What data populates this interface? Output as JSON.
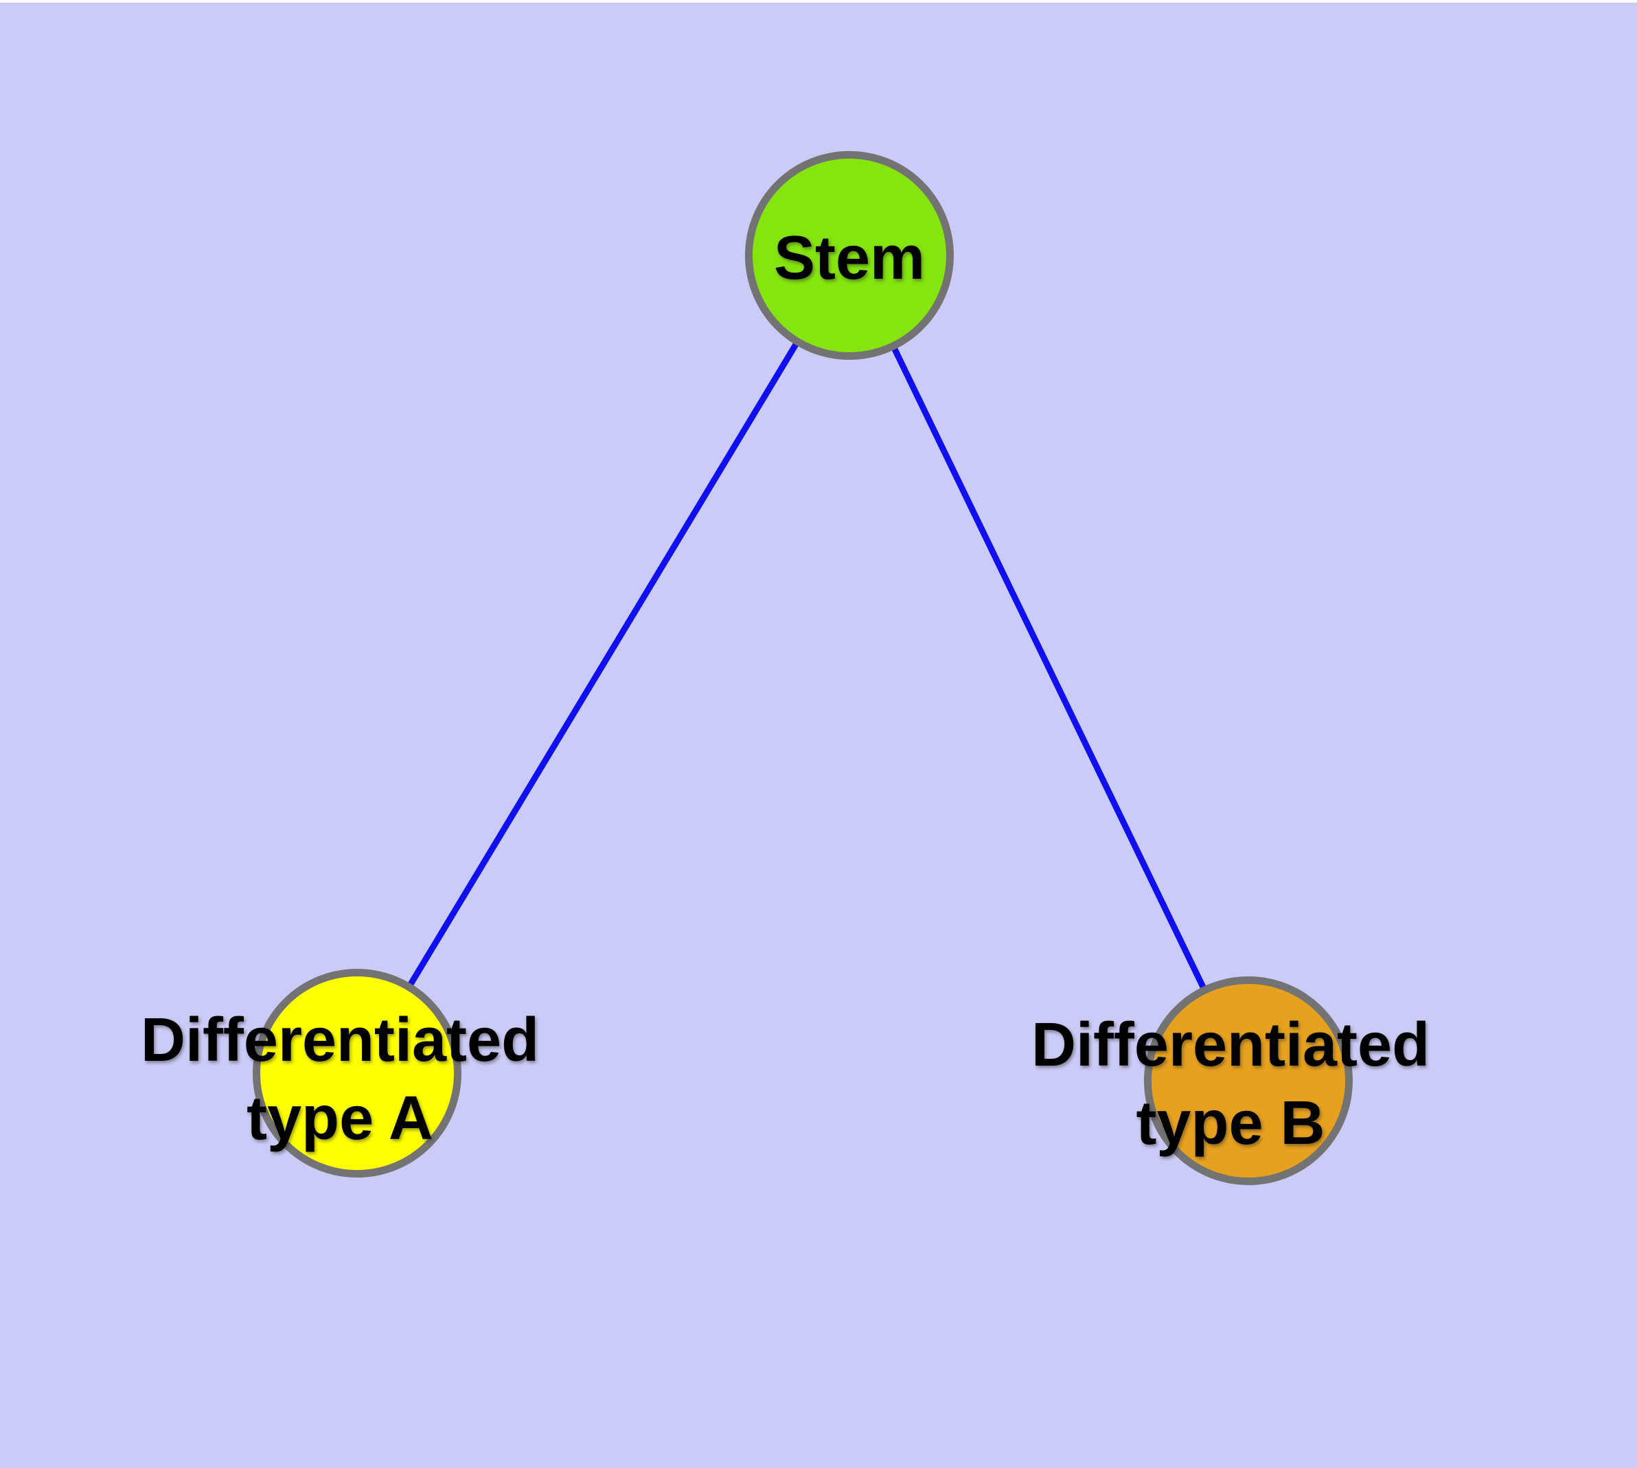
{
  "colors": {
    "background": "#cbcbf7",
    "page_margin": "#ffffff",
    "edge_blue": "#0f0ff0",
    "node_border_gray": "#737373",
    "stem_fill_green": "#85e50f",
    "type_a_fill_yellow": "#ffff00",
    "type_b_fill_orange": "#e6a11e",
    "label_text": "#000000"
  },
  "graph": {
    "nodes": [
      {
        "id": "stem",
        "label": "Stem",
        "fill": "#85e50f"
      },
      {
        "id": "differentiated-type-a",
        "label": "Differentiated type A",
        "line1": "Differentiated",
        "line2": "type A",
        "fill": "#ffff00"
      },
      {
        "id": "differentiated-type-b",
        "label": "Differentiated type B",
        "line1": "Differentiated",
        "line2": "type B",
        "fill": "#e6a11e"
      }
    ],
    "edges": [
      {
        "from": "Stem",
        "to": "Differentiated type A",
        "color": "#0f0ff0"
      },
      {
        "from": "Stem",
        "to": "Differentiated type B",
        "color": "#0f0ff0"
      }
    ]
  }
}
